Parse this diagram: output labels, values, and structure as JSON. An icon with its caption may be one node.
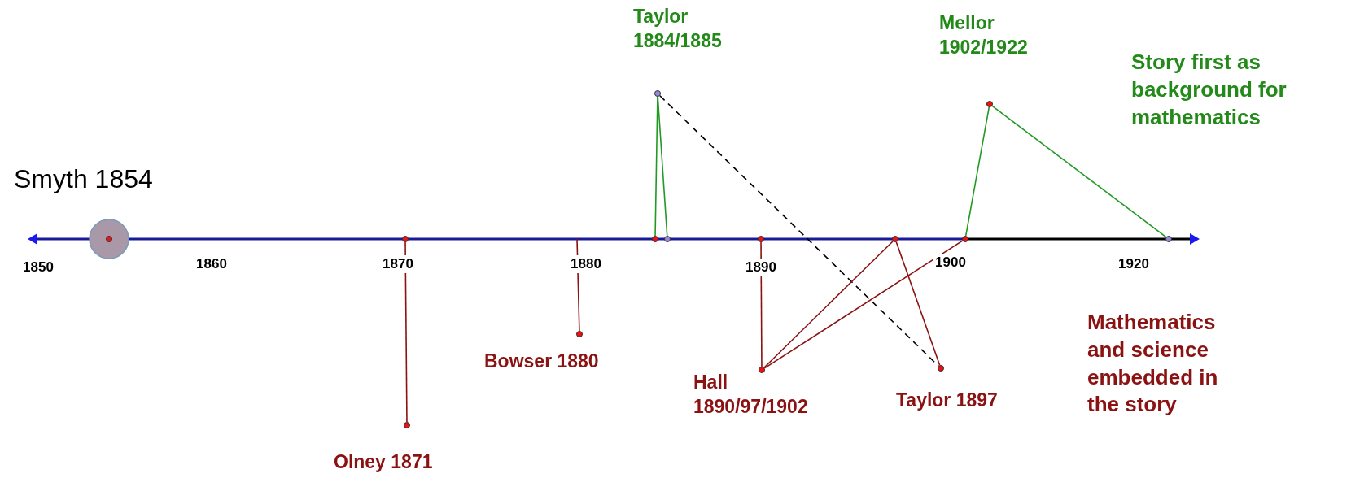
{
  "diagram": {
    "nodes": [
      {
        "text": [],
        "shape": "circle",
        "beside": [
          "Smyth 1854"
        ]
      },
      {
        "text": [],
        "shape": "circle"
      },
      {
        "text": [],
        "shape": "circle",
        "beside": [
          "Olney 1871"
        ]
      },
      {
        "text": [],
        "shape": "circle",
        "beside": [
          "Bowser 1880"
        ]
      },
      {
        "text": [],
        "shape": "circle"
      },
      {
        "text": [],
        "shape": "circle",
        "beside": [
          "Taylor 1884/1885"
        ]
      },
      {
        "text": [],
        "shape": "circle"
      },
      {
        "text": [],
        "shape": "circle"
      },
      {
        "text": [],
        "shape": "circle",
        "beside": [
          "Hall 1890/97/1902"
        ]
      },
      {
        "text": [],
        "shape": "circle"
      },
      {
        "text": [],
        "shape": "circle",
        "beside": [
          "Taylor 1897"
        ]
      },
      {
        "text": [],
        "shape": "circle"
      },
      {
        "text": [],
        "shape": "circle",
        "beside": [
          "Mellor 1902/1922"
        ]
      },
      {
        "text": [],
        "shape": "circle"
      }
    ],
    "edges": [
      {
        "from": 1,
        "to": 2,
        "arrow": "none"
      },
      {
        "from": null,
        "to": 3,
        "arrow": "none"
      },
      {
        "from": 4,
        "to": 5,
        "arrow": "none",
        "color": "#229922"
      },
      {
        "from": 5,
        "to": 6,
        "arrow": "none",
        "color": "#229922"
      },
      {
        "from": 5,
        "to": 10,
        "arrow": "none",
        "style": "dashed",
        "color": "#000000"
      },
      {
        "from": 7,
        "to": 8,
        "arrow": "none"
      },
      {
        "from": 8,
        "to": 9,
        "arrow": "none"
      },
      {
        "from": 8,
        "to": 11,
        "arrow": "none"
      },
      {
        "from": 9,
        "to": 10,
        "arrow": "none"
      },
      {
        "from": 11,
        "to": 12,
        "arrow": "none",
        "color": "#229922"
      },
      {
        "from": 12,
        "to": 13,
        "arrow": "none",
        "color": "#229922"
      }
    ],
    "labels": [
      "Story first as background for mathematics",
      "1850",
      "1860",
      "1870",
      "1880",
      "1890",
      "1900",
      "1920",
      "Mathematics and science embedded in the story"
    ]
  }
}
